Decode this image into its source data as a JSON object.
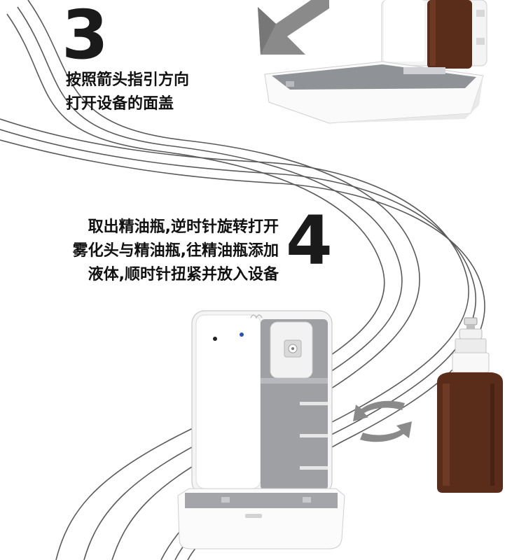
{
  "step3": {
    "number": "3",
    "lines": [
      "按照箭头指引方向",
      "打开设备的面盖"
    ]
  },
  "step4": {
    "number": "4",
    "lines": [
      "取出精油瓶,逆时针旋转打开",
      "雾化头与精油瓶,往精油瓶添加",
      "液体,顺时针扭紧并放入设备"
    ]
  },
  "colors": {
    "device_white": "#f7f7f7",
    "device_inner_gray": "#9ea0a3",
    "bottle_brown": "#5a2c1a",
    "arrow_gray": "#8a8a8a",
    "swirl_line": "#555555"
  },
  "icons": [
    "down-left-arrow-icon",
    "rotate-arrows-icon"
  ]
}
